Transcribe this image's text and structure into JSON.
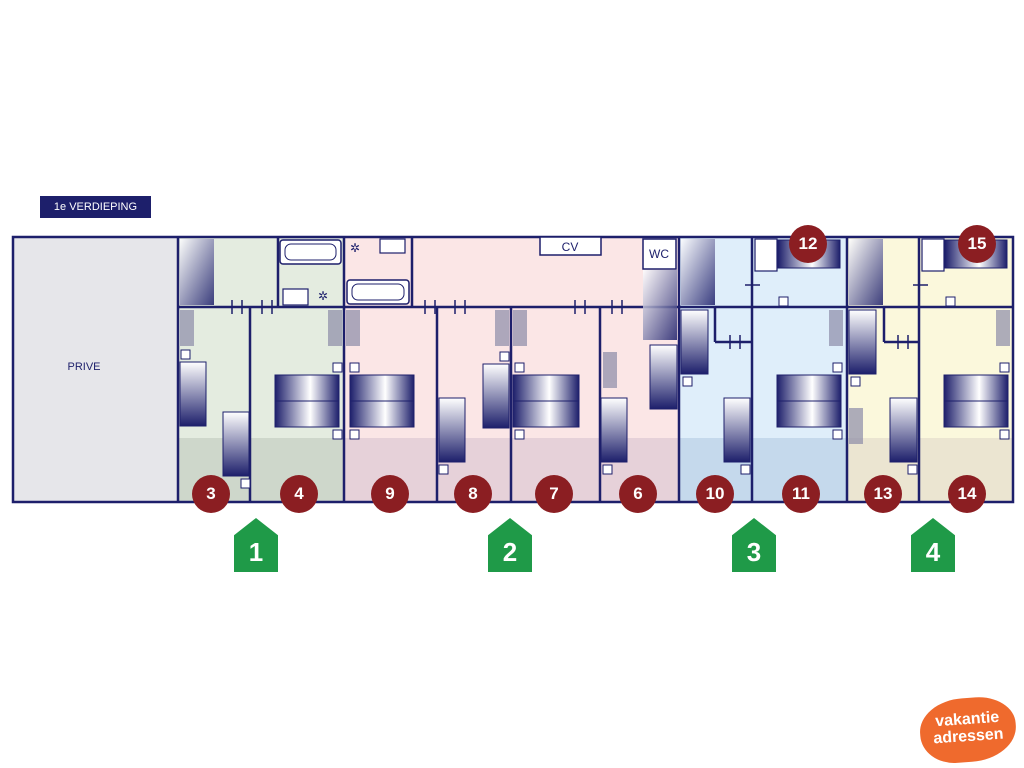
{
  "floor_label": "1e VERDIEPING",
  "rooms": {
    "prive": "PRIVE",
    "cv": "CV",
    "wc": "WC"
  },
  "bedrooms": [
    {
      "id": "3",
      "label": "3"
    },
    {
      "id": "4",
      "label": "4"
    },
    {
      "id": "9",
      "label": "9"
    },
    {
      "id": "8",
      "label": "8"
    },
    {
      "id": "7",
      "label": "7"
    },
    {
      "id": "6",
      "label": "6"
    },
    {
      "id": "10",
      "label": "10"
    },
    {
      "id": "11",
      "label": "11"
    },
    {
      "id": "12",
      "label": "12"
    },
    {
      "id": "13",
      "label": "13"
    },
    {
      "id": "14",
      "label": "14"
    },
    {
      "id": "15",
      "label": "15"
    }
  ],
  "entrances": [
    {
      "id": "1",
      "label": "1"
    },
    {
      "id": "2",
      "label": "2"
    },
    {
      "id": "3",
      "label": "3"
    },
    {
      "id": "4",
      "label": "4"
    }
  ],
  "logo": {
    "line1": "vakantie",
    "line2": "adressen"
  },
  "colors": {
    "wall": "#1d1f6b",
    "prive": "#e6e6ea",
    "unit1": "#e4ece0",
    "unit2": "#fbe6e6",
    "unit3": "#dfeefa",
    "unit4": "#fbf8dc",
    "badge": "#8b1e22",
    "entrance": "#1f9a48",
    "logo": "#ef6a2d"
  }
}
